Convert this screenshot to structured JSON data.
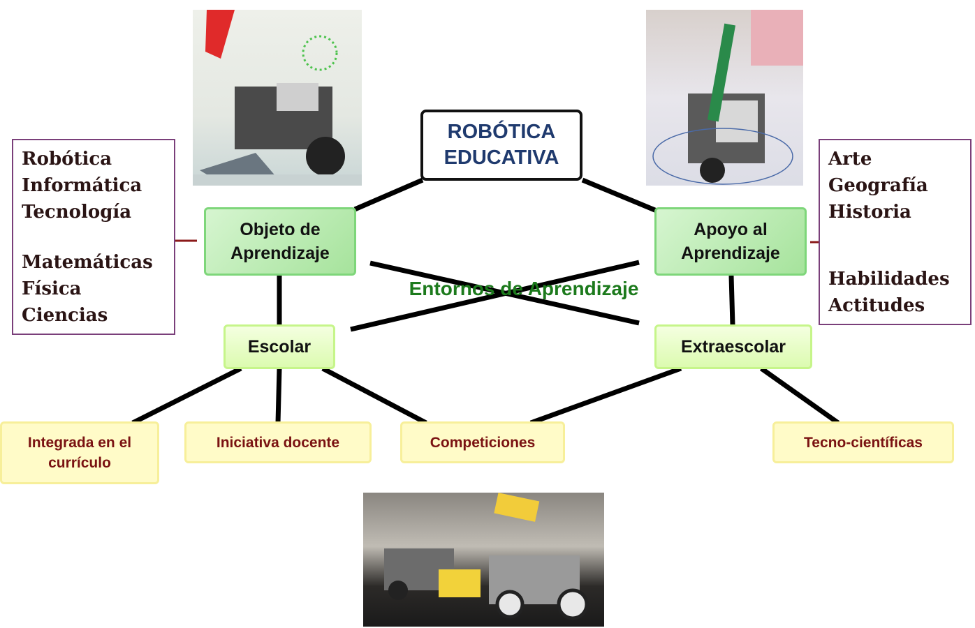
{
  "root": {
    "line1": "ROBÓTICA",
    "line2": "EDUCATIVA"
  },
  "nodes": {
    "objeto": {
      "line1": "Objeto de",
      "line2": "Aprendizaje"
    },
    "apoyo": {
      "line1": "Apoyo al",
      "line2": "Aprendizaje"
    },
    "escolar": "Escolar",
    "extraescolar": "Extraescolar",
    "entornos": "Entornos de Aprendizaje"
  },
  "leaves": {
    "integrada": {
      "line1": "Integrada en el",
      "line2": "currículo"
    },
    "iniciativa": "Iniciativa docente",
    "competiciones": "Competiciones",
    "tecno": "Tecno-científicas"
  },
  "left_subjects": [
    "Robótica",
    "Informática",
    "Tecnología",
    "Matemáticas",
    "Física",
    "Ciencias"
  ],
  "right_subjects": [
    "Arte",
    "Geografía",
    "Historia",
    "Habilidades",
    "Actitudes"
  ],
  "colors": {
    "arrow": "#8b1a1a",
    "lines": "#000000",
    "label_green": "#1c7a1c"
  }
}
